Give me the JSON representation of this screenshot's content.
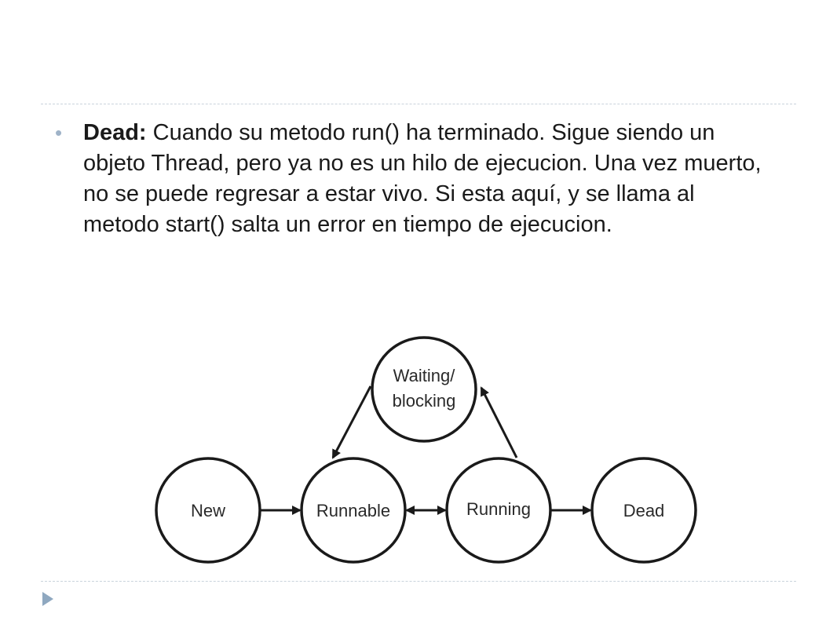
{
  "bullet": {
    "term": "Dead:",
    "text": " Cuando su metodo run() ha terminado. Sigue siendo un objeto Thread, pero ya no es un hilo de ejecucion. Una vez muerto, no se puede regresar a estar vivo. Si esta aquí, y se llama al metodo start() salta un error en tiempo de ejecucion."
  },
  "diagram": {
    "states": {
      "new": "New",
      "runnable": "Runnable",
      "running": "Running",
      "dead": "Dead",
      "waiting_line1": "Waiting/",
      "waiting_line2": "blocking"
    }
  },
  "colors": {
    "divider": "#c9d3dc",
    "bullet": "#9fb3c8",
    "nav_arrow": "#8fa8c0"
  }
}
